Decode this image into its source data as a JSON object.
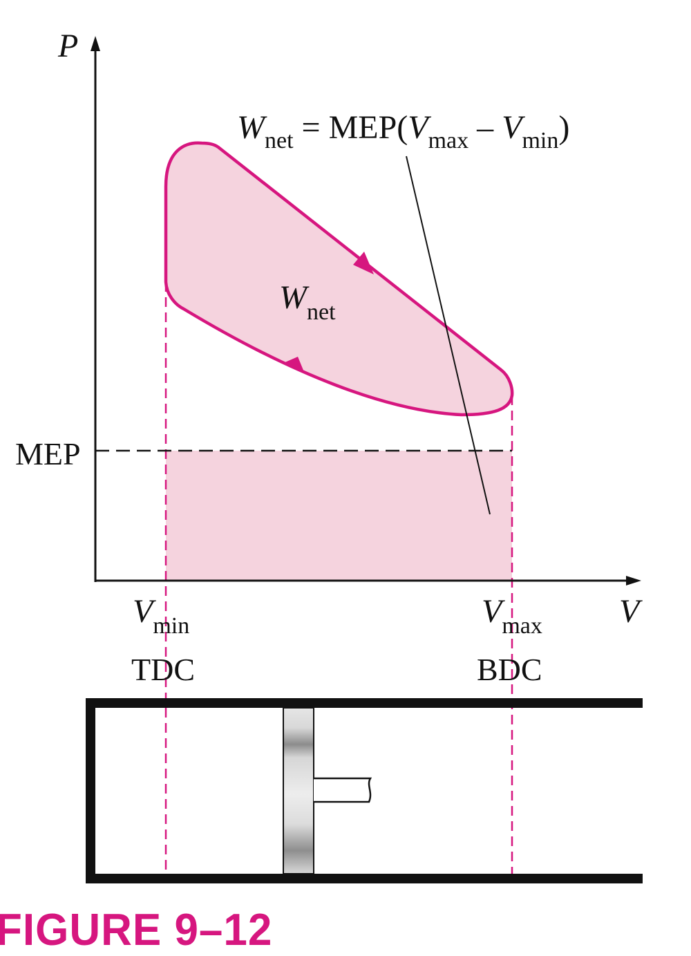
{
  "axes": {
    "y_label": "P",
    "x_label": "V"
  },
  "equation": {
    "w": "W",
    "net_sub": "net",
    "equals_mep": " = MEP(",
    "v1": "V",
    "max_sub": "max",
    "minus": " – ",
    "v2": "V",
    "min_sub": "min",
    "close": ")"
  },
  "area_label": {
    "w": "W",
    "net_sub": "net"
  },
  "mep_label": "MEP",
  "ticks": {
    "vmin_v": "V",
    "vmin_sub": "min",
    "vmax_v": "V",
    "vmax_sub": "max",
    "tdc": "TDC",
    "bdc": "BDC"
  },
  "caption": "FIGURE 9–12",
  "colors": {
    "accent": "#d6167f",
    "fill": "#f5d3de",
    "ink": "#111111"
  }
}
